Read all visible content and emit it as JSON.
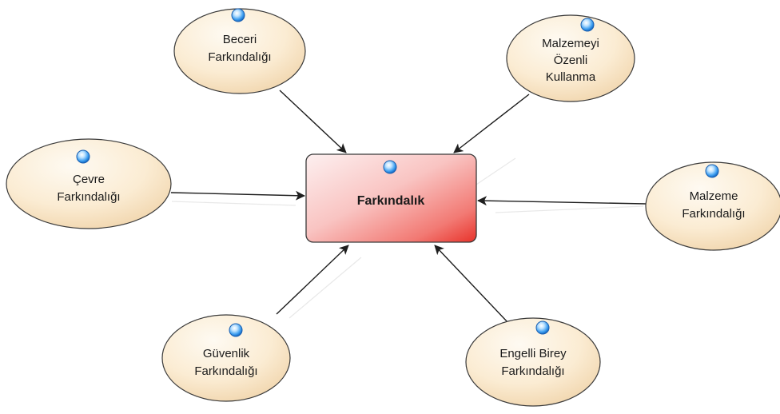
{
  "diagram": {
    "center": {
      "label": "Farkındalık",
      "icon": "blue-sphere-icon"
    },
    "nodes": [
      {
        "key": "beceri",
        "lines": [
          "Beceri",
          "Farkındalığı"
        ],
        "icon": "blue-sphere-icon"
      },
      {
        "key": "malzemeyi",
        "lines": [
          "Malzemeyi",
          "Özenli",
          "Kullanma"
        ],
        "icon": "blue-sphere-icon"
      },
      {
        "key": "cevre",
        "lines": [
          "Çevre",
          "Farkındalığı"
        ],
        "icon": "blue-sphere-icon"
      },
      {
        "key": "malzeme",
        "lines": [
          "Malzeme",
          "Farkındalığı"
        ],
        "icon": "blue-sphere-icon"
      },
      {
        "key": "guvenlik",
        "lines": [
          "Güvenlik",
          "Farkındalığı"
        ],
        "icon": "blue-sphere-icon"
      },
      {
        "key": "engelli",
        "lines": [
          "Engelli Birey",
          "Farkındalığı"
        ],
        "icon": "blue-sphere-icon"
      }
    ],
    "colors": {
      "node_fill_light": "#fdf3e4",
      "node_fill_dark": "#f3dcb8",
      "center_fill_light": "#fde2e2",
      "center_fill_dark": "#f2403a",
      "icon_blue": "#2f8fe8"
    }
  }
}
